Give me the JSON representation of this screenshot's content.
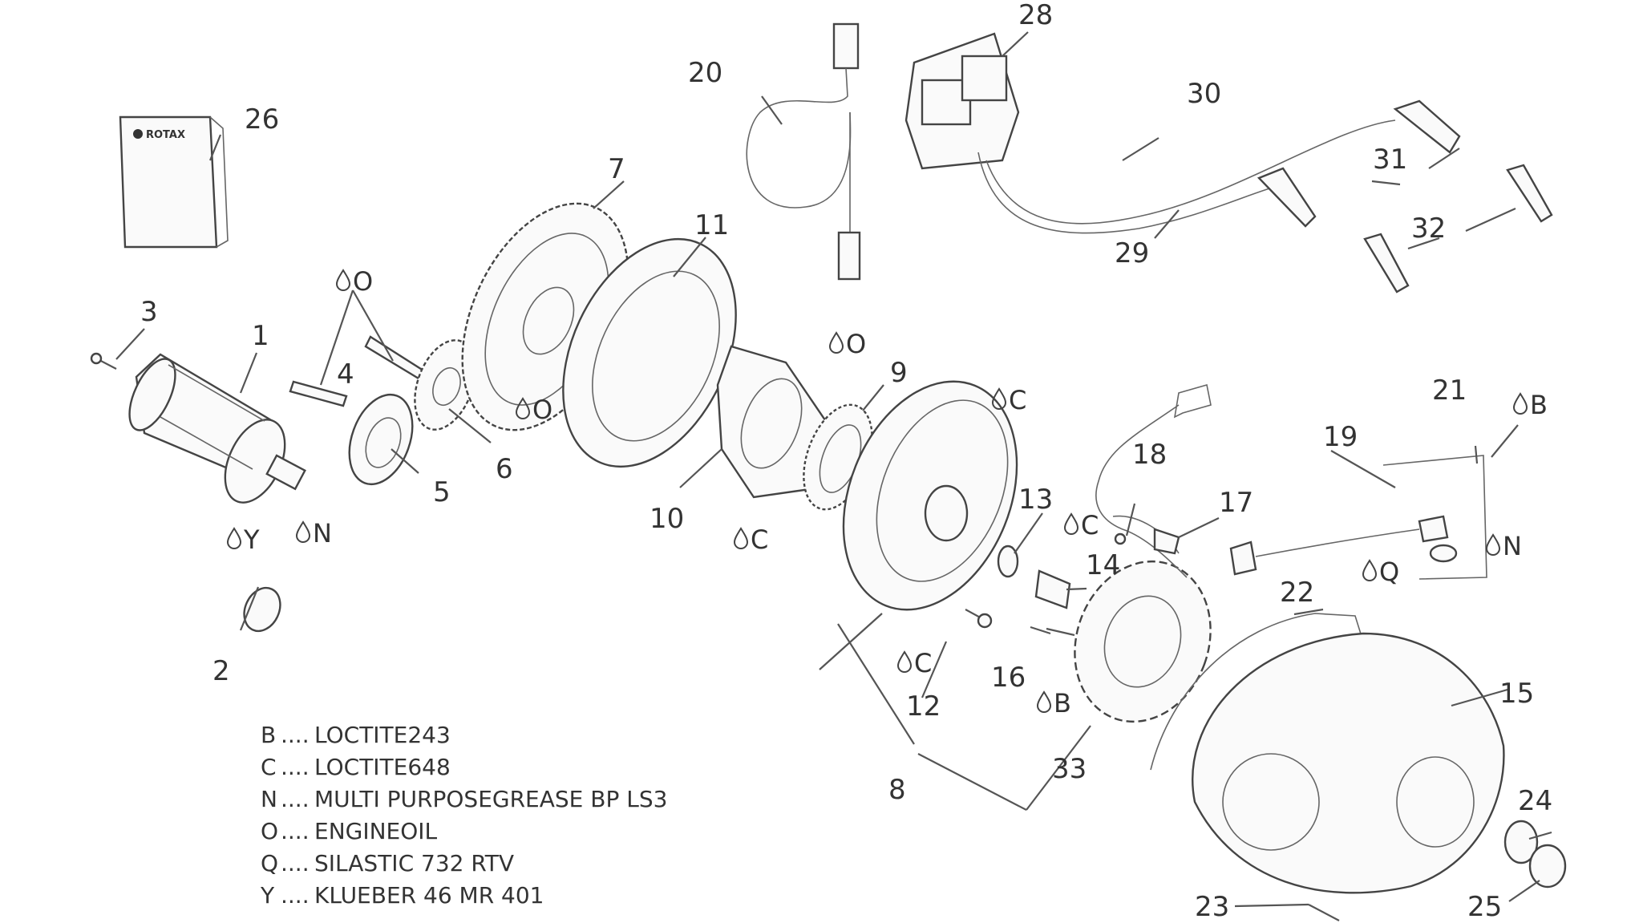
{
  "callouts": [
    "1",
    "2",
    "3",
    "4",
    "5",
    "6",
    "7",
    "8",
    "9",
    "10",
    "11",
    "12",
    "13",
    "14",
    "15",
    "16",
    "17",
    "18",
    "19",
    "20",
    "21",
    "22",
    "23",
    "24",
    "25",
    "26",
    "28",
    "29",
    "30",
    "31",
    "32",
    "33"
  ],
  "lubricant_marks": {
    "o_top": "O",
    "o_mid": "O",
    "o_right": "O",
    "y": "Y",
    "n_left": "N",
    "n_right": "N",
    "c_flywheel": "C",
    "c_hub": "C",
    "c_12": "C",
    "c_14": "C",
    "b_21": "B",
    "b_16": "B",
    "q_22": "Q"
  },
  "booklet_brand": "ROTAX",
  "legend": [
    {
      "code": "B",
      "sep": "....",
      "text": "LOCTITE243"
    },
    {
      "code": "C",
      "sep": "....",
      "text": "LOCTITE648"
    },
    {
      "code": "N",
      "sep": "....",
      "text": "MULTI PURPOSEGREASE BP LS3"
    },
    {
      "code": "O",
      "sep": "....",
      "text": "ENGINEOIL"
    },
    {
      "code": "Q",
      "sep": "....",
      "text": "SILASTIC 732 RTV"
    },
    {
      "code": "Y",
      "sep": "....",
      "text": "KLUEBER 46 MR 401"
    }
  ]
}
